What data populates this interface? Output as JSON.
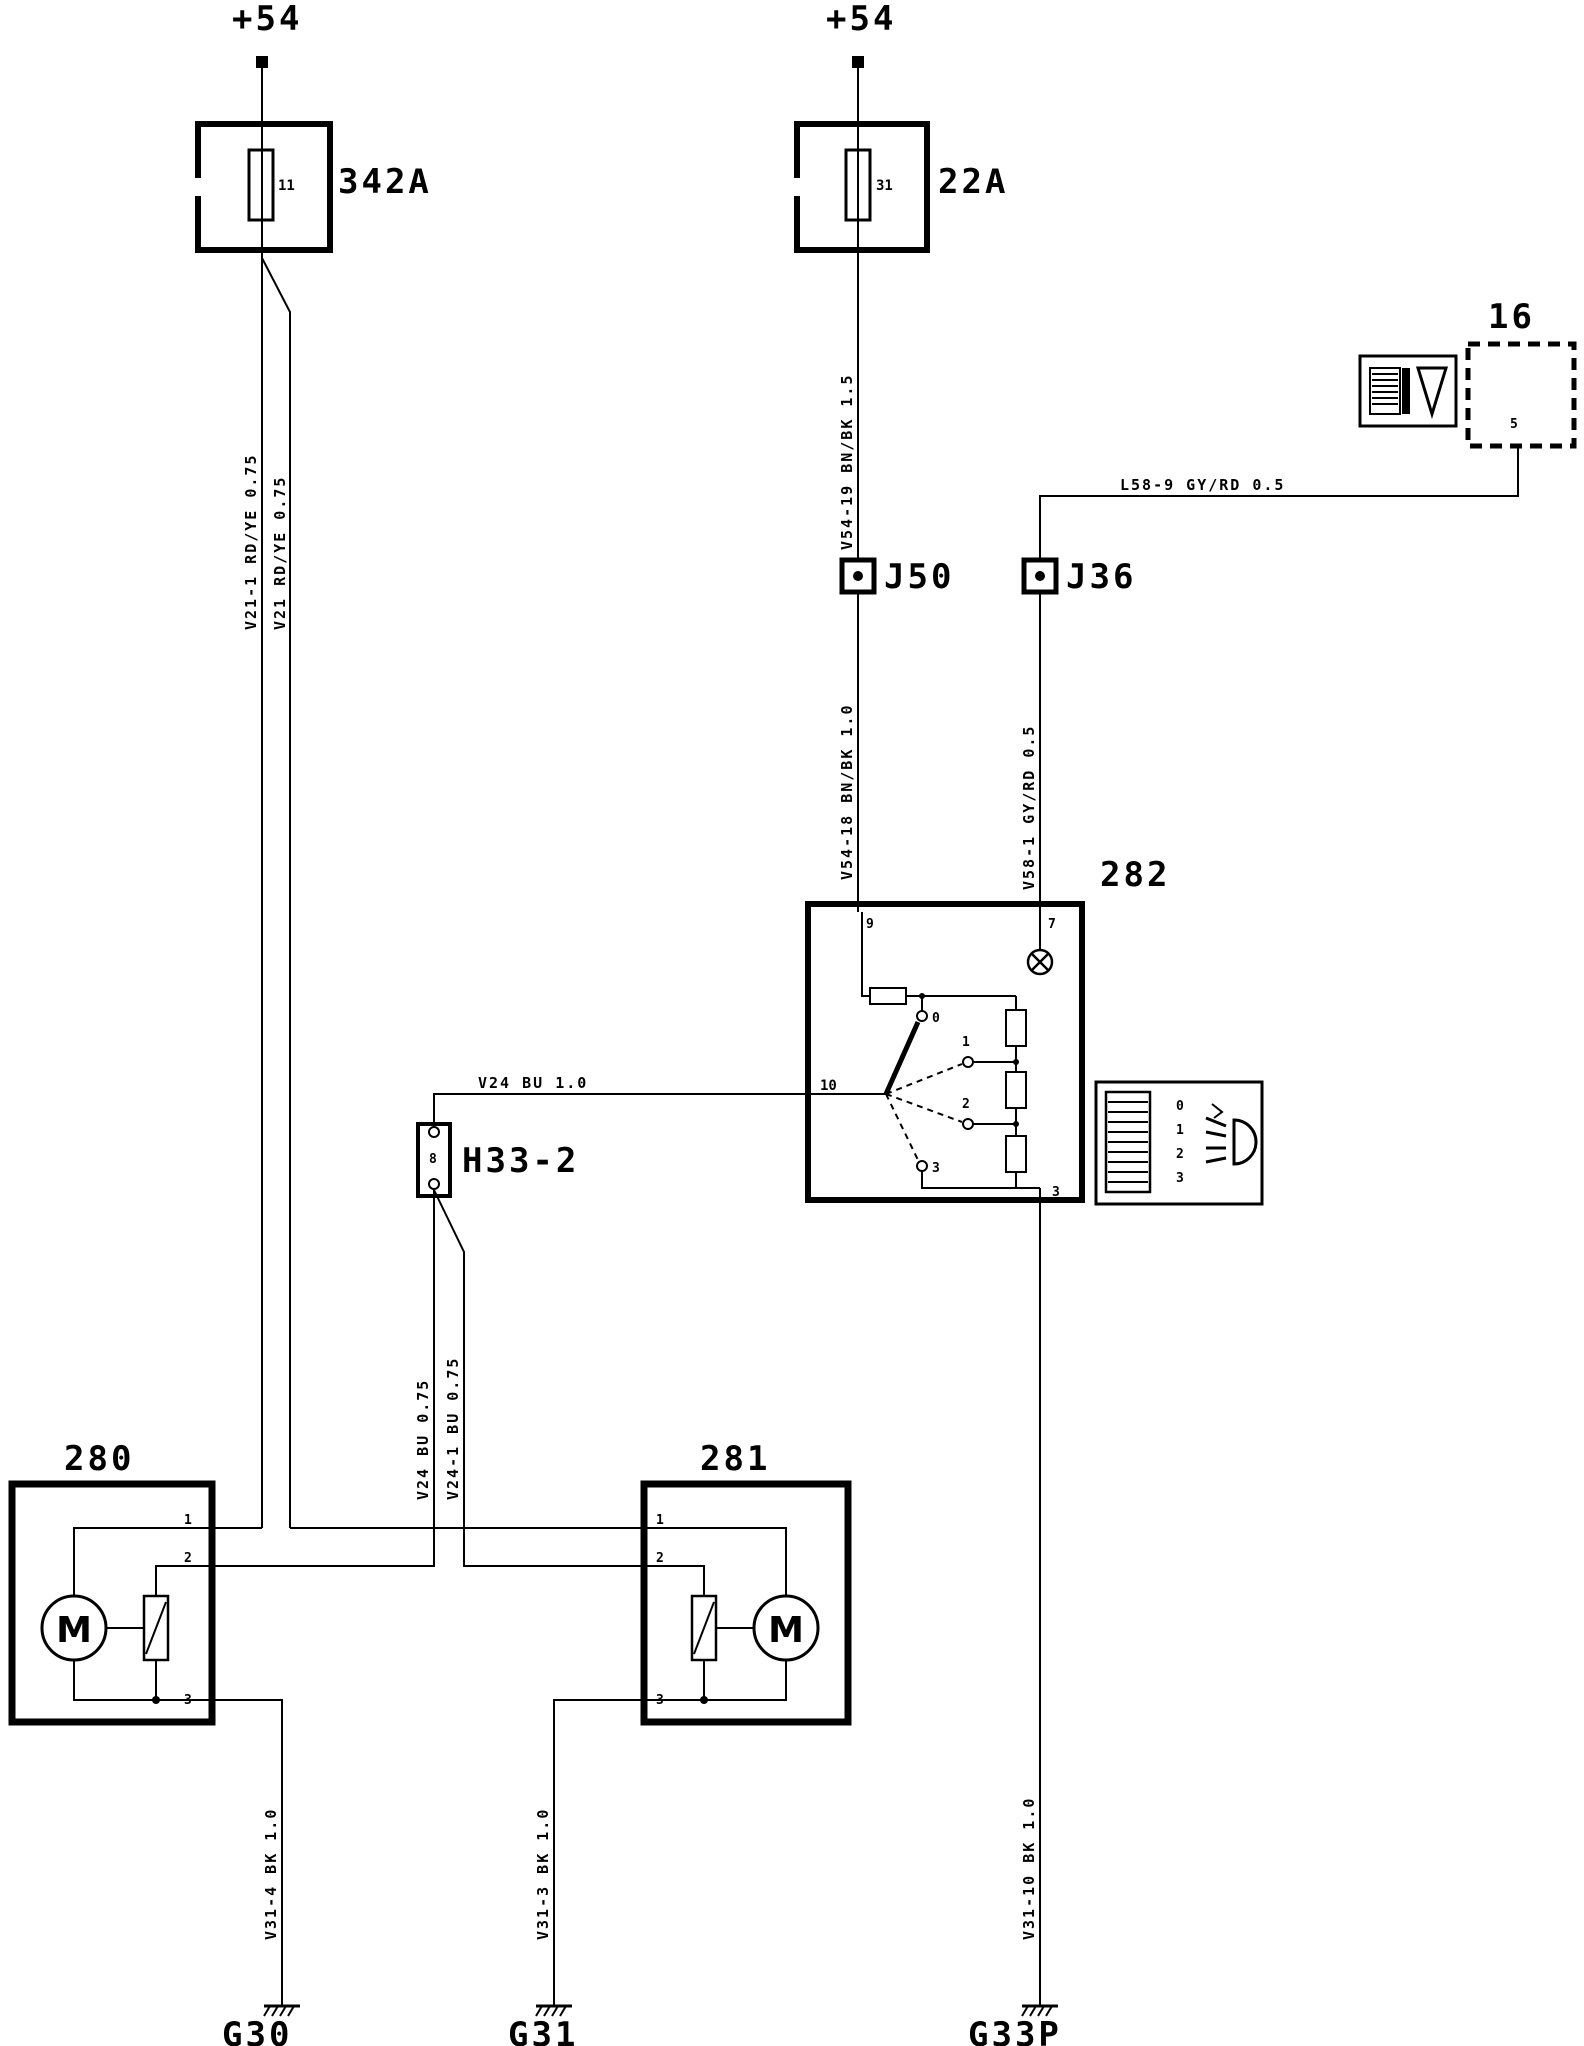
{
  "supply": {
    "left": "+54",
    "right": "+54"
  },
  "fuses": [
    {
      "id": "342A",
      "pin": "11"
    },
    {
      "id": "22A",
      "pin": "31"
    }
  ],
  "connectors": {
    "j50": "J50",
    "j36": "J36",
    "h33": "H33-2",
    "h33_pin": "8"
  },
  "components": {
    "c16": {
      "id": "16",
      "pin": "5"
    },
    "c280": {
      "id": "280",
      "pins": [
        "1",
        "2",
        "3"
      ],
      "motor": "M"
    },
    "c281": {
      "id": "281",
      "pins": [
        "1",
        "2",
        "3"
      ],
      "motor": "M"
    },
    "c282": {
      "id": "282",
      "pins": {
        "p9": "9",
        "p7": "7",
        "p10": "10",
        "p3": "3"
      },
      "positions": [
        "0",
        "1",
        "2",
        "3"
      ]
    }
  },
  "legend_282": [
    "0",
    "1",
    "2",
    "3"
  ],
  "wires": {
    "v21_1": "V21-1 RD/YE 0.75",
    "v21": "V21 RD/YE 0.75",
    "v54_19": "V54-19 BN/BK 1.5",
    "v54_18": "V54-18 BN/BK 1.0",
    "l58_9": "L58-9 GY/RD  0.5",
    "v58_1": "V58-1 GY/RD 0.5",
    "v24_top": "V24 BU 1.0",
    "v24_075": "V24 BU 0.75",
    "v24_1": "V24-1 BU 0.75",
    "v31_4": "V31-4 BK 1.0",
    "v31_3": "V31-3 BK 1.0",
    "v31_10": "V31-10 BK 1.0"
  },
  "grounds": {
    "g30": "G30",
    "g31": "G31",
    "g33p": "G33P"
  }
}
